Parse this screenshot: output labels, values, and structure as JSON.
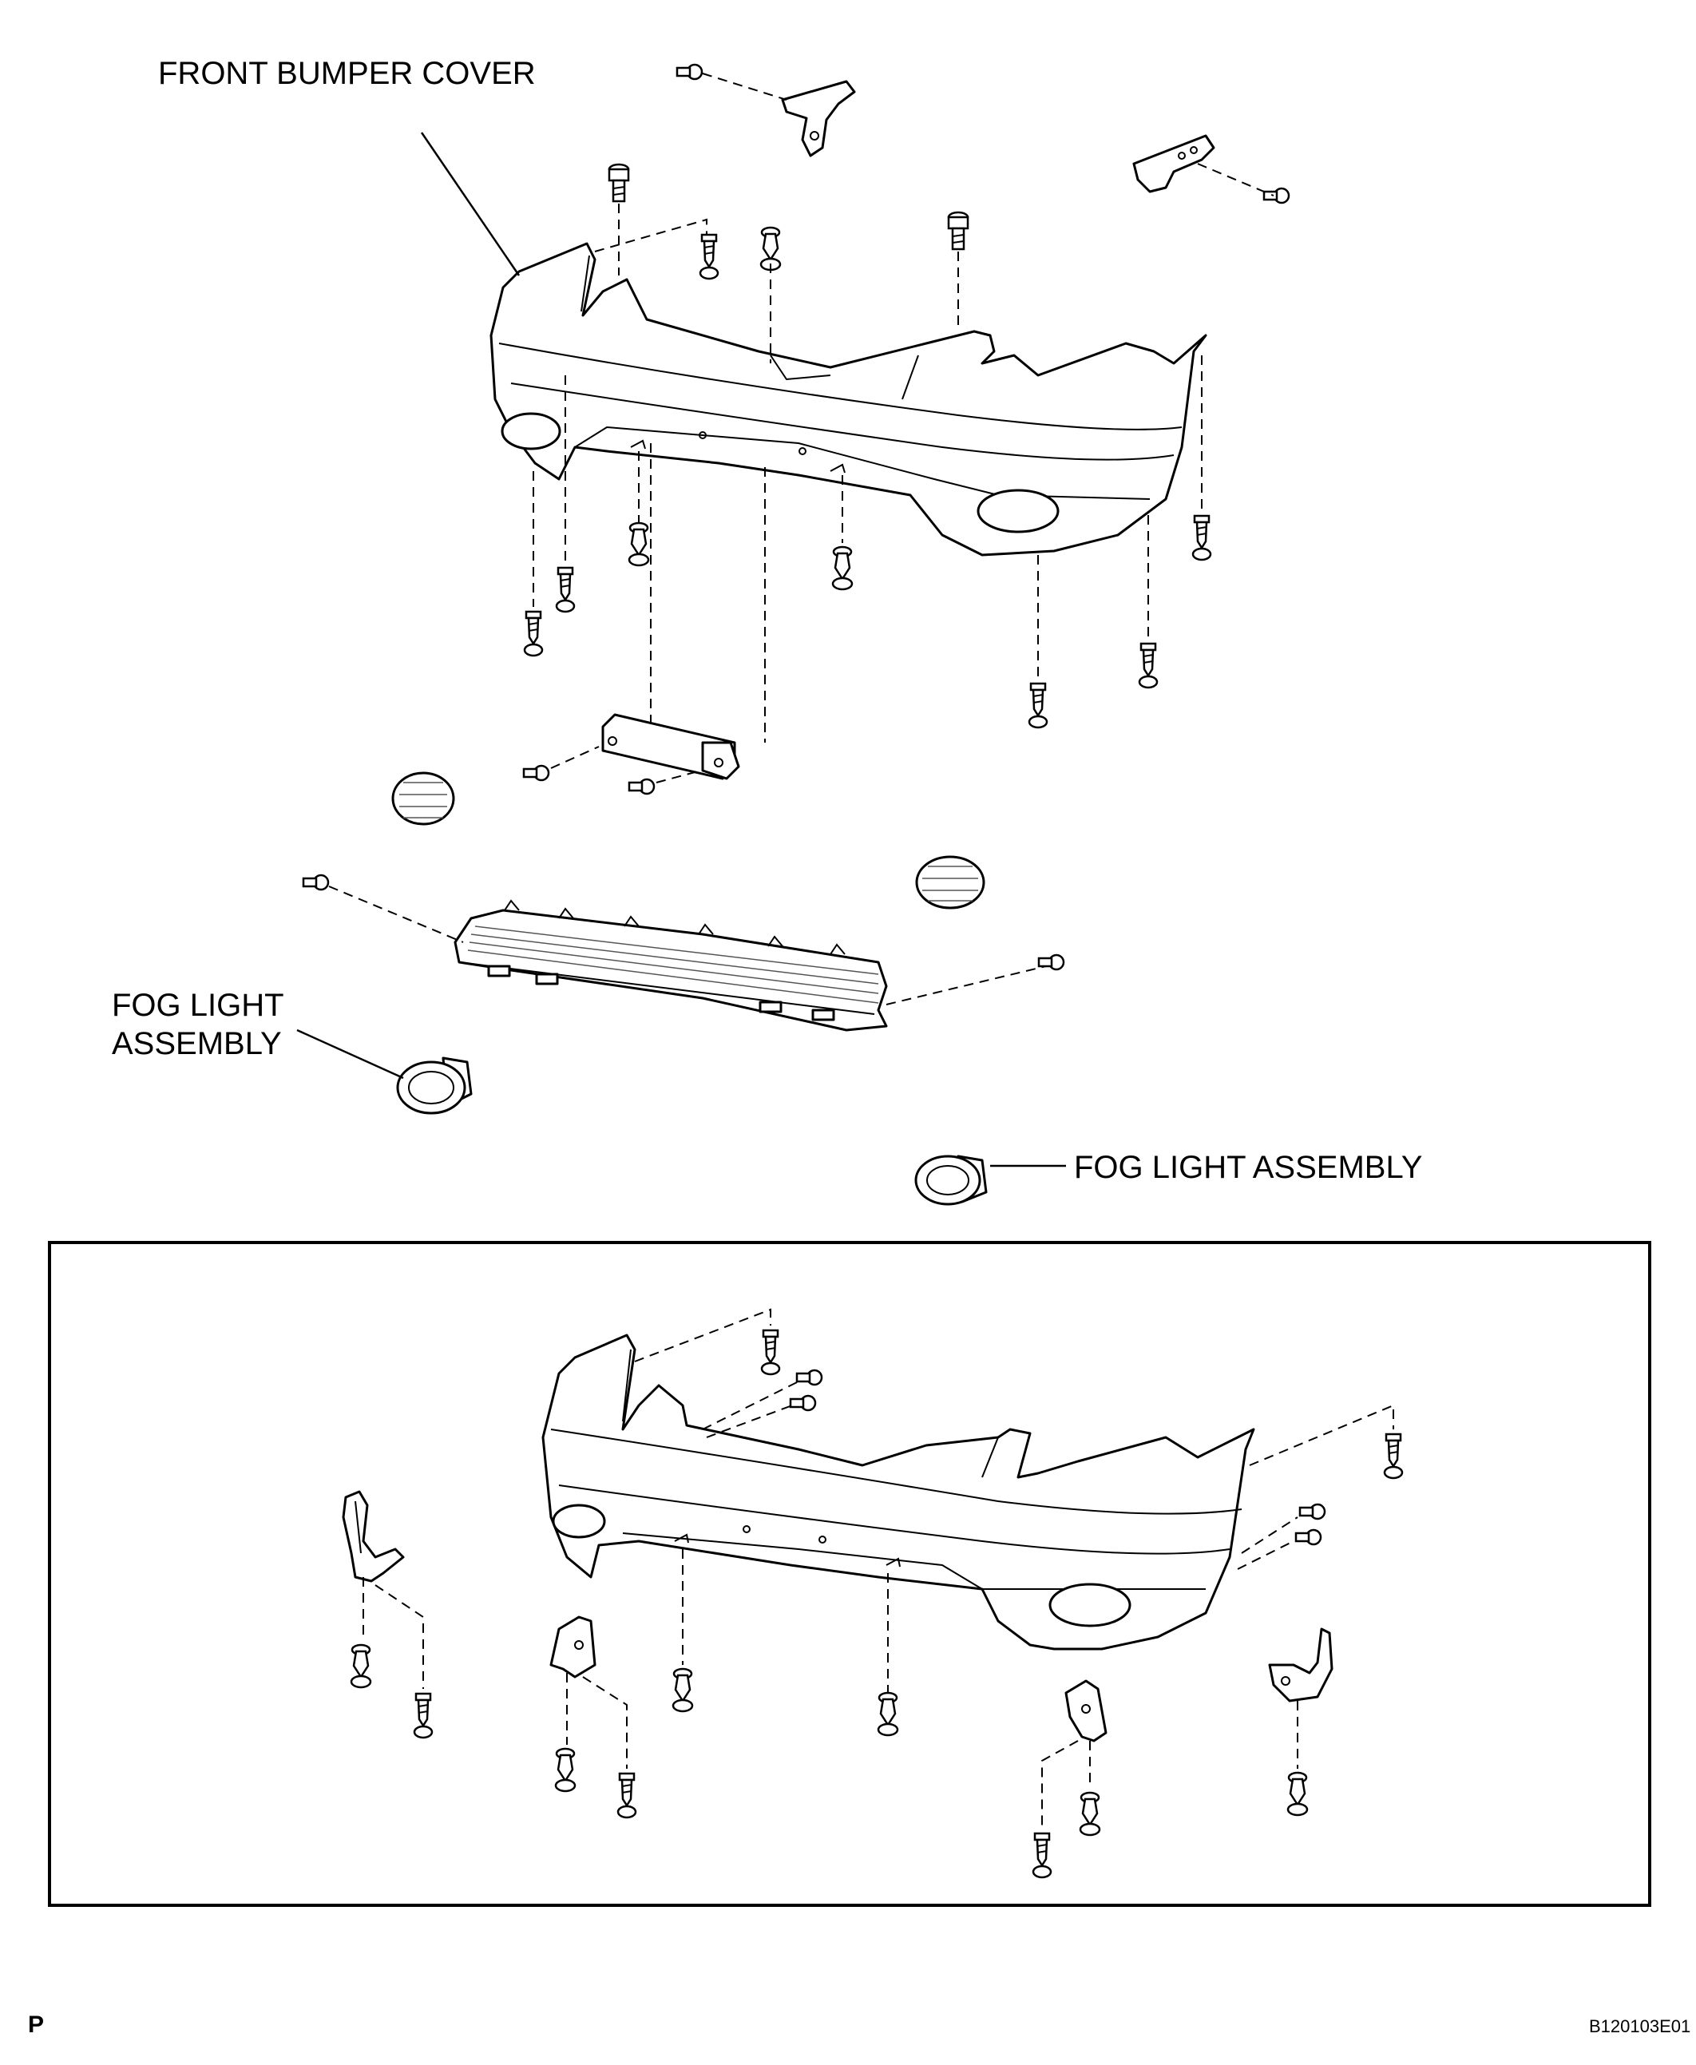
{
  "labels": {
    "front_bumper_cover": "FRONT BUMPER COVER",
    "fog_light_left_line1": "FOG LIGHT",
    "fog_light_left_line2": "ASSEMBLY",
    "fog_light_right": "FOG LIGHT ASSEMBLY"
  },
  "footer": {
    "corner_mark": "P",
    "figure_code": "B120103E01"
  },
  "icons": [
    "bolt-icon",
    "screw-icon",
    "clip-icon",
    "bracket-icon",
    "fog-light-icon",
    "grille-icon",
    "bumper-cover-icon"
  ]
}
